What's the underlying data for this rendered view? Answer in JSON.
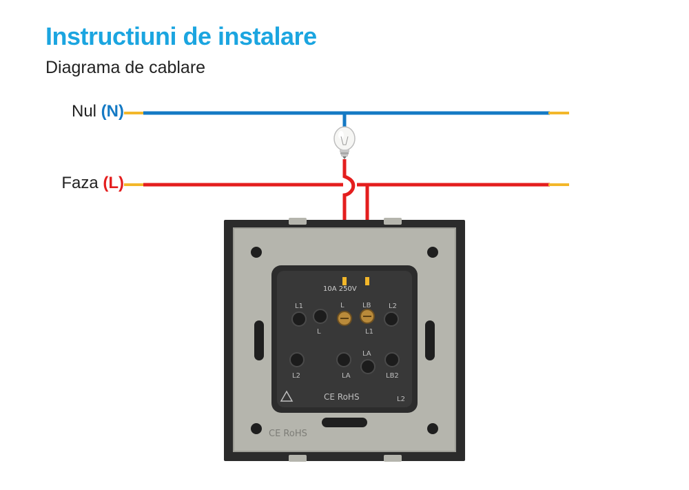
{
  "header": {
    "title": "Instructiuni de instalare",
    "subtitle": "Diagrama de cablare"
  },
  "wires": {
    "neutral": {
      "name": "Nul",
      "code": "(N)",
      "color": "#1479c4"
    },
    "phase": {
      "name": "Faza",
      "code": "(L)",
      "color": "#e41e1e"
    }
  },
  "colors": {
    "title": "#1ba5e0",
    "wire_tip": "#f3b72a",
    "frame_outer": "#2b2b2b",
    "frame_plate": "#b5b5ad",
    "switch_body": "#2c2c2c"
  },
  "bulb": {
    "icon": "light-bulb-icon"
  },
  "switch_module": {
    "rating": "10A 250V",
    "terminals": [
      "L1",
      "L2",
      "L",
      "LB",
      "L",
      "L1",
      "LA",
      "L2",
      "LA",
      "LB2",
      "L2"
    ],
    "marks": "CE RoHS",
    "plate_marks": "CE RoHS"
  }
}
